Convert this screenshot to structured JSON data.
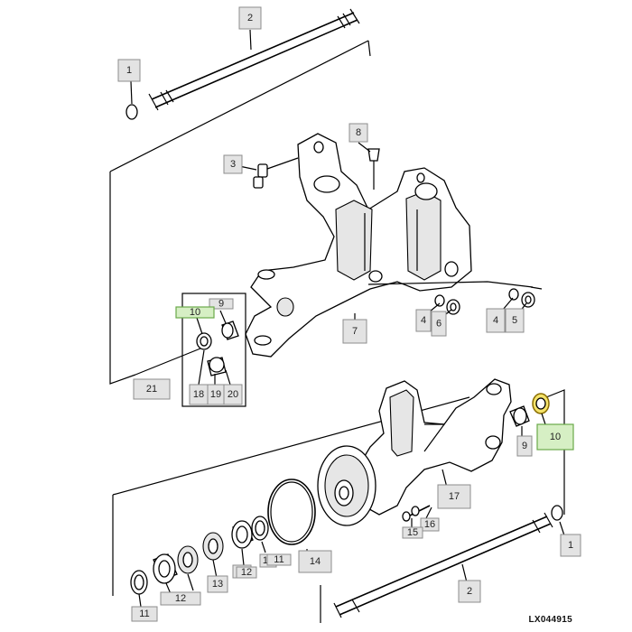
{
  "drawing_code": "LX044915",
  "callouts": [
    {
      "id": "c2-top",
      "text": "2"
    },
    {
      "id": "c1-top",
      "text": "1"
    },
    {
      "id": "c3",
      "text": "3"
    },
    {
      "id": "c8",
      "text": "8"
    },
    {
      "id": "c9-top",
      "text": "9"
    },
    {
      "id": "c10-top",
      "text": "10"
    },
    {
      "id": "c4-mid",
      "text": "4"
    },
    {
      "id": "c6",
      "text": "6"
    },
    {
      "id": "c4-right",
      "text": "4"
    },
    {
      "id": "c5",
      "text": "5"
    },
    {
      "id": "c7",
      "text": "7"
    },
    {
      "id": "c21",
      "text": "21"
    },
    {
      "id": "c18",
      "text": "18"
    },
    {
      "id": "c19",
      "text": "19"
    },
    {
      "id": "c20",
      "text": "20"
    },
    {
      "id": "c9-right",
      "text": "9"
    },
    {
      "id": "c10-right",
      "text": "10"
    },
    {
      "id": "c17",
      "text": "17"
    },
    {
      "id": "c16",
      "text": "16"
    },
    {
      "id": "c15",
      "text": "15"
    },
    {
      "id": "c1-bottom",
      "text": "1"
    },
    {
      "id": "c14",
      "text": "14"
    },
    {
      "id": "c12-a",
      "text": "12"
    },
    {
      "id": "c11-a",
      "text": "11"
    },
    {
      "id": "c13",
      "text": "13"
    },
    {
      "id": "c12-b",
      "text": "12"
    },
    {
      "id": "c13-b",
      "text": "13"
    },
    {
      "id": "c12-c",
      "text": "12"
    },
    {
      "id": "c11-b",
      "text": "11"
    },
    {
      "id": "c2-bottom",
      "text": "2"
    }
  ]
}
